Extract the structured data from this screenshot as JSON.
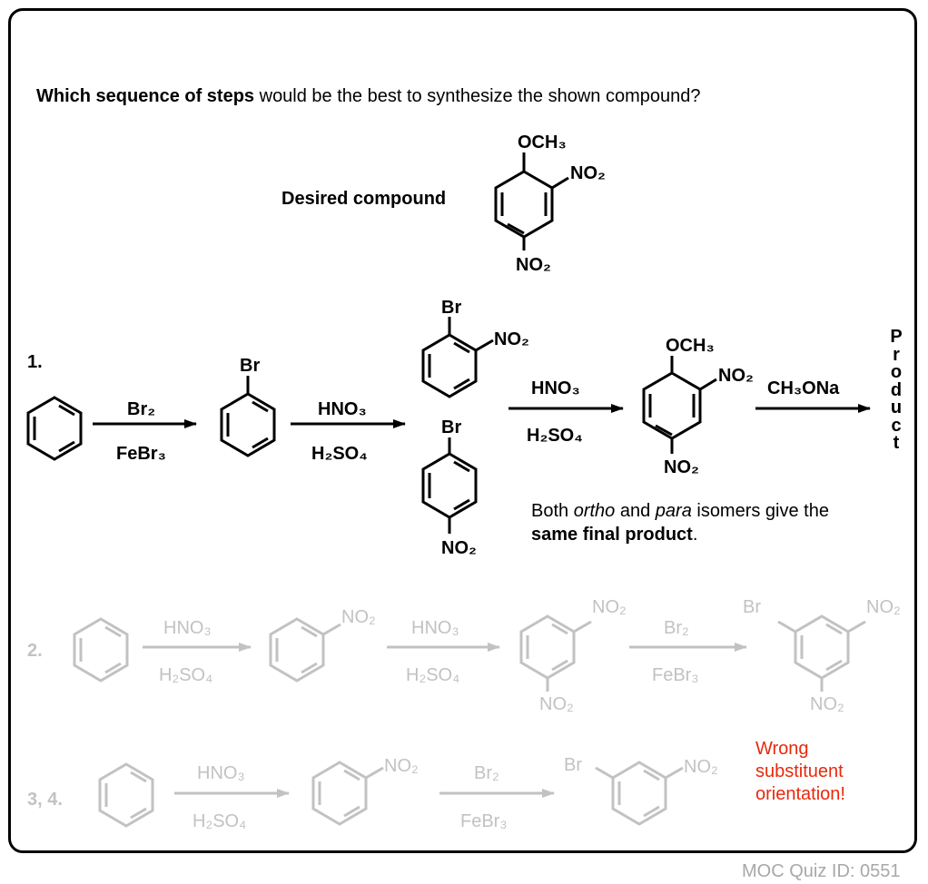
{
  "question": {
    "bold": "Which sequence of steps",
    "rest": " would be the best to synthesize the shown compound?"
  },
  "desired_label": "Desired compound",
  "groups": {
    "och3": "OCH₃",
    "no2": "NO₂",
    "br": "Br"
  },
  "route1": {
    "number": "1.",
    "step1_top": "Br₂",
    "step1_bottom": "FeBr₃",
    "step2_top": "HNO₃",
    "step2_bottom": "H₂SO₄",
    "step3_top": "HNO₃",
    "step3_bottom": "H₂SO₄",
    "step4_top": "CH₃ONa",
    "product_letters": [
      "P",
      "r",
      "o",
      "d",
      "u",
      "c",
      "t"
    ],
    "note_pre": "Both ",
    "note_ortho": "ortho",
    "note_and": " and ",
    "note_para": "para",
    "note_mid": " isomers give the",
    "note_bold": "same final product",
    "note_end": "."
  },
  "route2": {
    "number": "2.",
    "step1_top": "HNO₃",
    "step1_bottom": "H₂SO₄",
    "step2_top": "HNO₃",
    "step2_bottom": "H₂SO₄",
    "step3_top": "Br₂",
    "step3_bottom": "FeBr₃"
  },
  "route34": {
    "number": "3, 4.",
    "step1_top": "HNO₃",
    "step1_bottom": "H₂SO₄",
    "step2_top": "Br₂",
    "step2_bottom": "FeBr₃"
  },
  "wrong": [
    "Wrong",
    "substituent",
    "orientation!"
  ],
  "quiz_id": "MOC Quiz ID: 0551",
  "colors": {
    "black": "#000000",
    "gray": "#c2c2c2",
    "red": "#e8290c"
  }
}
